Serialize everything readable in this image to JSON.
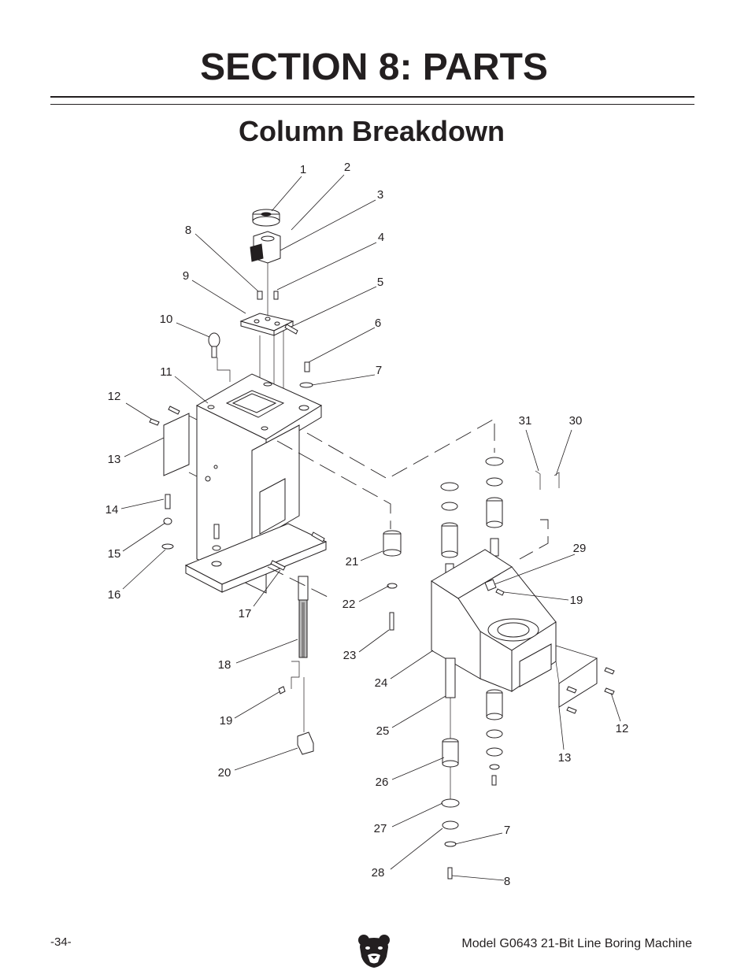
{
  "header": {
    "section_title": "SECTION 8: PARTS",
    "subtitle": "Column Breakdown"
  },
  "diagram": {
    "callouts": [
      "1",
      "2",
      "3",
      "4",
      "5",
      "6",
      "7",
      "8",
      "9",
      "10",
      "11",
      "12",
      "13",
      "14",
      "15",
      "16",
      "17",
      "18",
      "19",
      "20",
      "21",
      "22",
      "23",
      "24",
      "25",
      "26",
      "27",
      "28",
      "29",
      "30",
      "31",
      "12",
      "13",
      "19",
      "7",
      "8"
    ]
  },
  "footer": {
    "page_number": "-34-",
    "model_text": "Model G0643  21-Bit Line Boring Machine",
    "logo_icon": "bear-head-logo-icon"
  }
}
